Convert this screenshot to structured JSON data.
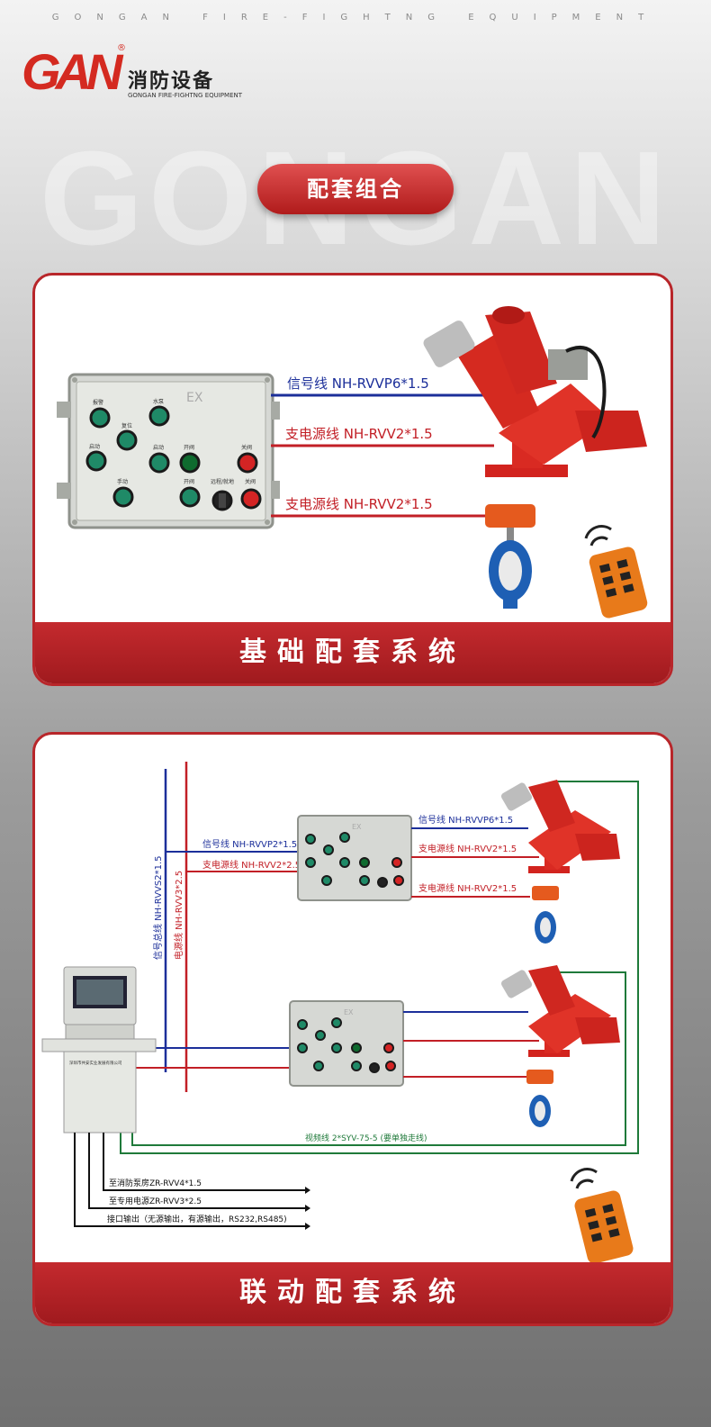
{
  "header": {
    "tagline": "GONGAN FIRE-FIGHTNG EQUIPMENT",
    "logo_mark": "GAN",
    "logo_reg": "®",
    "logo_cn": "消防设备",
    "logo_en": "GONGAN FIRE-FIGHTNG EQUIPMENT",
    "bg_word": "GONGAN"
  },
  "title_pill": "配套组合",
  "basic": {
    "title": "基础配套系统",
    "labels": {
      "signal": "信号线 NH-RVVP6*1.5",
      "power1": "支电源线 NH-RVV2*1.5",
      "power2": "支电源线 NH-RVV2*1.5"
    },
    "box_labels": [
      "报警",
      "复位",
      "水泵",
      "启动",
      "启动",
      "开阀",
      "关阀",
      "手动",
      "开阀",
      "远程/就地",
      "关阀"
    ]
  },
  "linkage": {
    "title": "联动配套系统",
    "labels": {
      "bus_signal": "信号总线 NH-RVVS2*1.5",
      "bus_power": "电源线 NH-RVV3*2.5",
      "signal_in": "信号线 NH-RVVP2*1.5",
      "power_in": "支电源线 NH-RVV2*2.5",
      "signal_out": "信号线 NH-RVVP6*1.5",
      "power_out1": "支电源线 NH-RVV2*1.5",
      "power_out2": "支电源线 NH-RVV2*1.5",
      "video": "视频线 2*SYV-75-5 (要单独走线)",
      "to_pump": "至消防泵房ZR-RVV4*1.5",
      "to_power": "至专用电源ZR-RVV3*2.5",
      "interface": "接口输出（无源输出，有源输出，RS232,RS485)",
      "console_brand": "深圳市共安实业发展有限公司"
    }
  },
  "colors": {
    "brand_red": "#c42a2e",
    "signal_blue": "#1c2f9a",
    "power_red": "#c21f26",
    "video_green": "#1f7a3a"
  }
}
